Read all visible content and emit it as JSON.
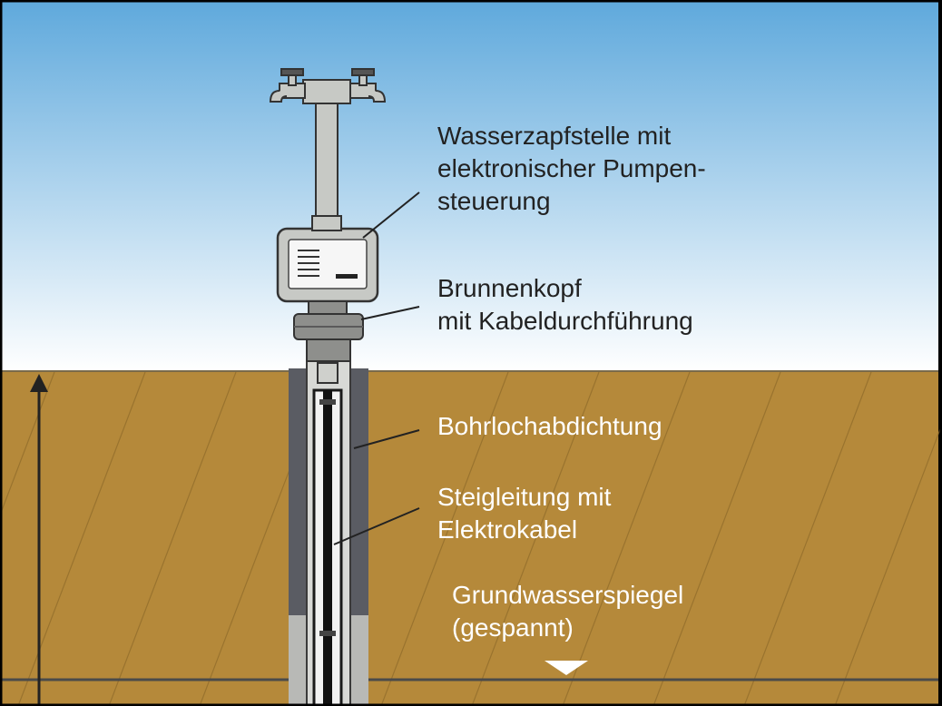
{
  "labels": {
    "tap": [
      "Wasserzapfstelle mit",
      "elektronischer Pumpen-",
      "steuerung"
    ],
    "head": [
      "Brunnenkopf",
      "mit Kabeldurchführung"
    ],
    "seal": [
      "Bohrlochabdichtung"
    ],
    "riser": [
      "Steigleitung mit",
      "Elektrokabel"
    ],
    "groundwater": [
      "Grundwasserspiegel",
      "(gespannt)"
    ]
  },
  "colors": {
    "sky_top": "#5fa9dc",
    "sky_bottom": "#ffffff",
    "soil": "#b5893a",
    "seal": "#5a5c63",
    "pipe": "#c7c9c5",
    "dark_text": "#222222",
    "light_text": "#ffffff"
  }
}
